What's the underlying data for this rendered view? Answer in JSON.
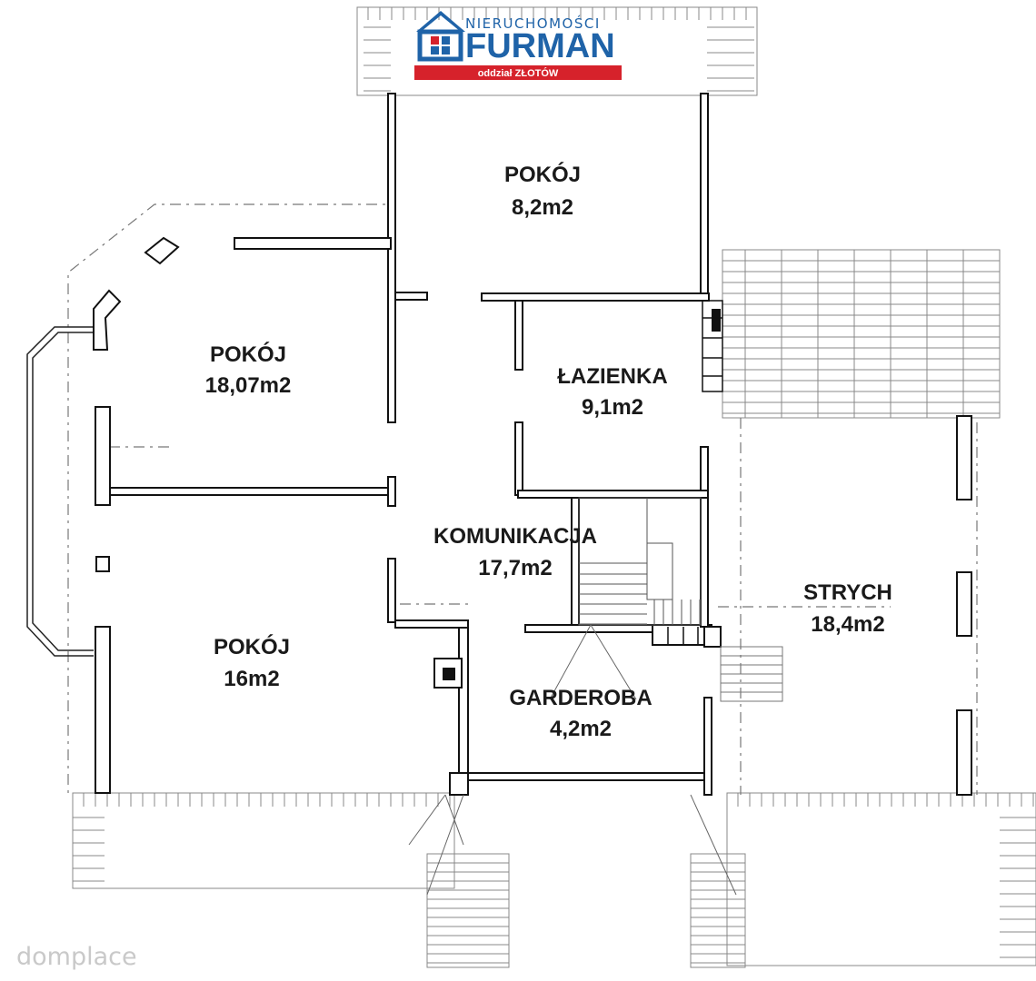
{
  "logo": {
    "top_text": "NIERUCHOMOŚCI",
    "brand": "FURMAN",
    "branch": "oddział ZŁOTÓW",
    "colors": {
      "blue": "#1f63a8",
      "red": "#d6222b"
    }
  },
  "rooms": [
    {
      "name": "POKÓJ",
      "area": "8,2m2"
    },
    {
      "name": "POKÓJ",
      "area": "18,07m2"
    },
    {
      "name": "ŁAZIENKA",
      "area": "9,1m2"
    },
    {
      "name": "KOMUNIKACJA",
      "area": "17,7m2"
    },
    {
      "name": "STRYCH",
      "area": "18,4m2"
    },
    {
      "name": "POKÓJ",
      "area": "16m2"
    },
    {
      "name": "GARDEROBA",
      "area": "4,2m2"
    }
  ],
  "watermark": "domplace",
  "colors": {
    "wall": "#111111",
    "roof_line": "#888888"
  }
}
